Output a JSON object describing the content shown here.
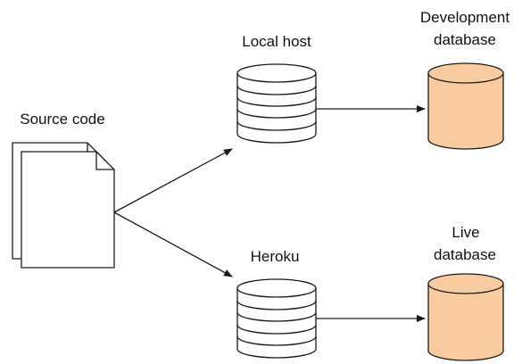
{
  "labels": {
    "source_code": "Source code",
    "local_host": "Local host",
    "heroku": "Heroku",
    "dev_db_line1": "Development",
    "dev_db_line2": "database",
    "live_db_line1": "Live",
    "live_db_line2": "database"
  },
  "colors": {
    "database_fill": "#f8cba0",
    "server_fill": "#ffffff",
    "stroke": "#1a1a1a",
    "document_fill": "#ffffff"
  },
  "icons": {
    "source": "document-stack-icon",
    "local_host": "server-stack-icon",
    "heroku": "server-stack-icon",
    "dev_db": "database-cylinder-icon",
    "live_db": "database-cylinder-icon"
  }
}
